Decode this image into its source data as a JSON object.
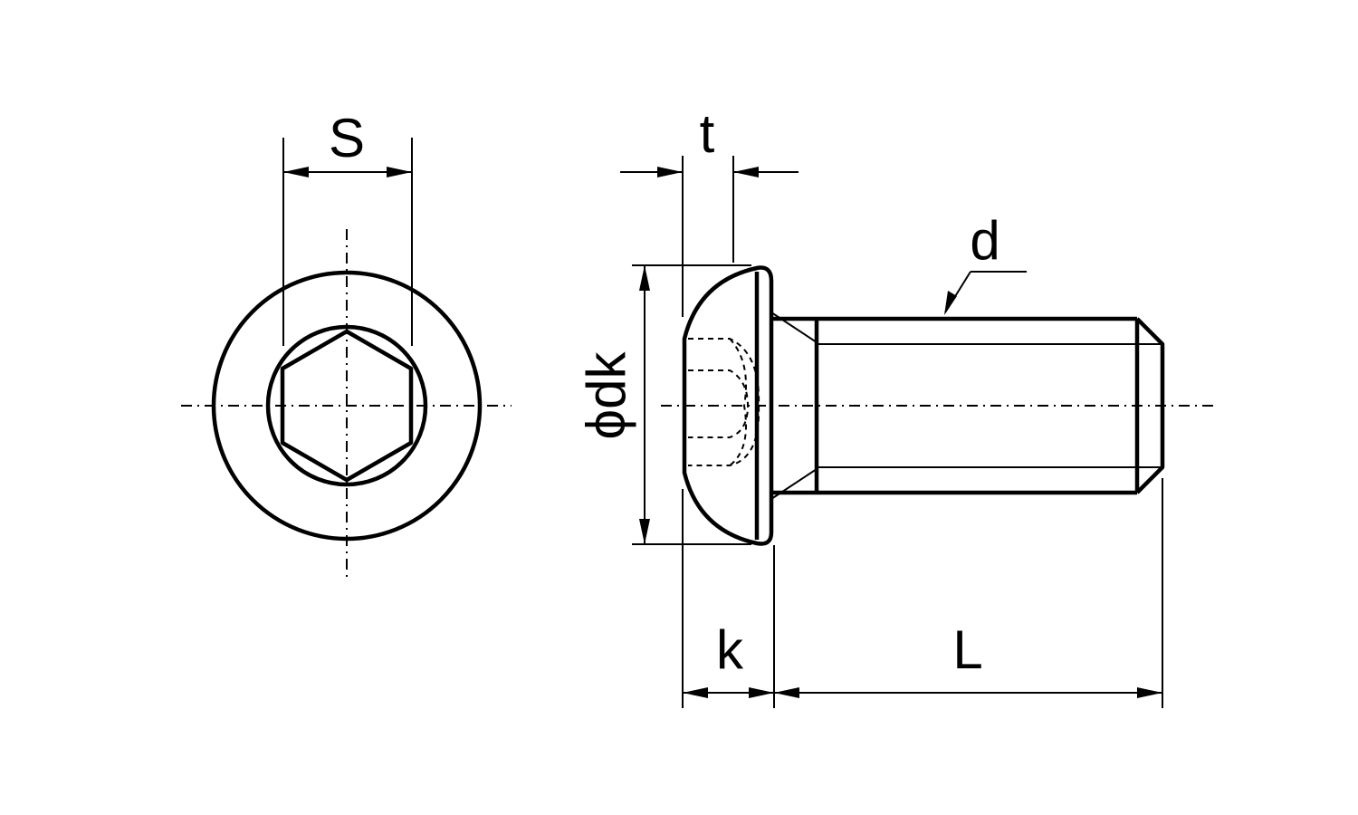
{
  "labels": {
    "s": "S",
    "t": "t",
    "d": "d",
    "dk": "ϕdk",
    "k": "k",
    "l": "L"
  },
  "colors": {
    "line": "#000000",
    "background": "#ffffff"
  }
}
